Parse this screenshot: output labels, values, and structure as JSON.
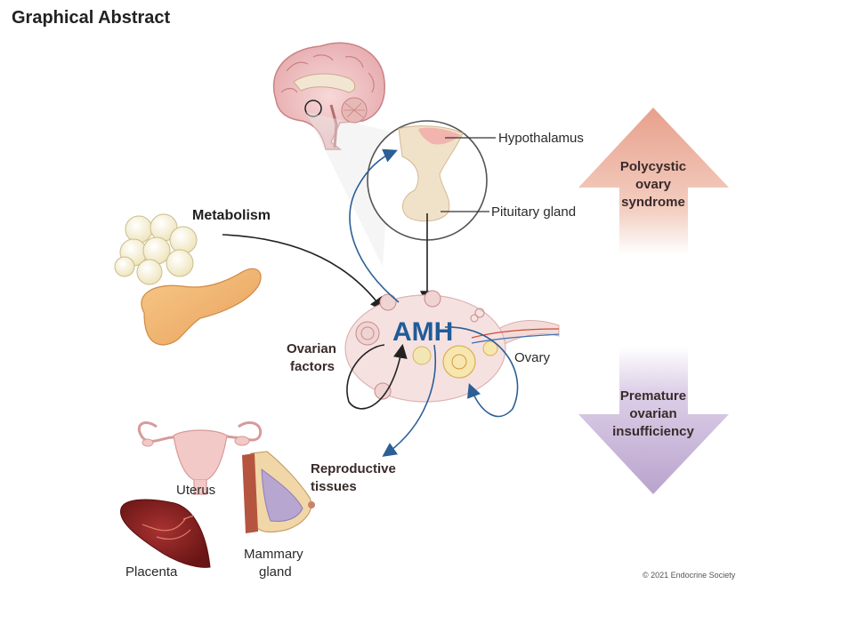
{
  "header": {
    "title": "Graphical Abstract"
  },
  "center": {
    "hormone": "AMH"
  },
  "labels": {
    "hypothalamus": "Hypothalamus",
    "pituitary": "Pituitary gland",
    "metabolism": "Metabolism",
    "ovarian_factors_line1": "Ovarian",
    "ovarian_factors_line2": "factors",
    "ovary": "Ovary",
    "reproductive_line1": "Reproductive",
    "reproductive_line2": "tissues",
    "uterus": "Uterus",
    "placenta": "Placenta",
    "mammary_line1": "Mammary",
    "mammary_line2": "gland"
  },
  "conditions": {
    "up_arrow": {
      "line1": "Polycystic",
      "line2": "ovary",
      "line3": "syndrome",
      "color": "#e8a08c"
    },
    "down_arrow": {
      "line1": "Premature",
      "line2": "ovarian",
      "line3": "insufficiency",
      "color": "#b9a3cd"
    }
  },
  "footer": {
    "copyright": "© 2021 Endocrine Society"
  },
  "colors": {
    "amh_blue": "#1f5c99",
    "feedback_blue": "#2b5f95"
  }
}
